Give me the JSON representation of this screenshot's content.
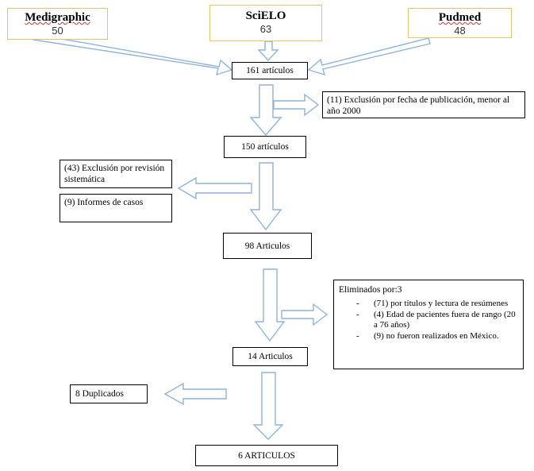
{
  "sources": {
    "medigraphic": {
      "name": "Medigraphic",
      "count": "50"
    },
    "scielo": {
      "name": "SciELO",
      "count": "63"
    },
    "pudmed": {
      "name": "Pudmed",
      "count": "48"
    }
  },
  "steps": {
    "step1": "161 artículos",
    "step2": "150 artículos",
    "step3": "98 Articulos",
    "step4": "14 Articulos",
    "final": "6 ARTICULOS"
  },
  "exclusions": {
    "fecha": "(11) Exclusión por fecha de publicación, menor al año 2000",
    "revision": "(43) Exclusión por revisión sistemática",
    "casos": "(9) Informes de casos",
    "eliminados_title": "Eliminados por:3",
    "eliminados_items": [
      "(71) por títulos y lectura de resúmenes",
      "(4) Edad de pacientes fuera de rango (20 a 76 años)",
      "(9) no fueron realizados en México."
    ],
    "duplicados": "8 Duplicados"
  },
  "colors": {
    "source_border": "#e8c46a",
    "arrow_outline": "#8fb4dc"
  }
}
